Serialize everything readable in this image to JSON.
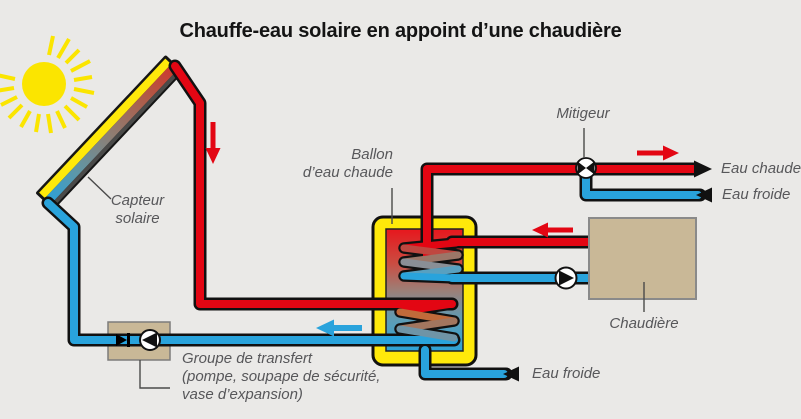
{
  "title": "Chauffe-eau solaire en appoint d’une chaudière",
  "labels": {
    "capteur_line1": "Capteur",
    "capteur_line2": "solaire",
    "ballon_line1": "Ballon",
    "ballon_line2": "d’eau chaude",
    "mitigeur": "Mitigeur",
    "eau_chaude": "Eau chaude",
    "eau_froide_top": "Eau froide",
    "chaudiere": "Chaudière",
    "groupe_line1": "Groupe de transfert",
    "groupe_line2": "(pompe, soupape de sécurité,",
    "groupe_line3": "vase d’expansion)",
    "eau_froide_bottom": "Eau froide"
  },
  "symbols": {
    "mitigeur_valve": "three-way-mixing-valve",
    "pump": "circulation-pump",
    "check_valve": "check-valve",
    "sun": "sun"
  },
  "colors": {
    "hot_water": "#e30613",
    "cold_water": "#29a3dc",
    "tank_frame": "#ffe90a",
    "equipment": "#c9b897",
    "sun": "#fbe500",
    "background": "#eae9e7",
    "label_text": "#57575a"
  }
}
